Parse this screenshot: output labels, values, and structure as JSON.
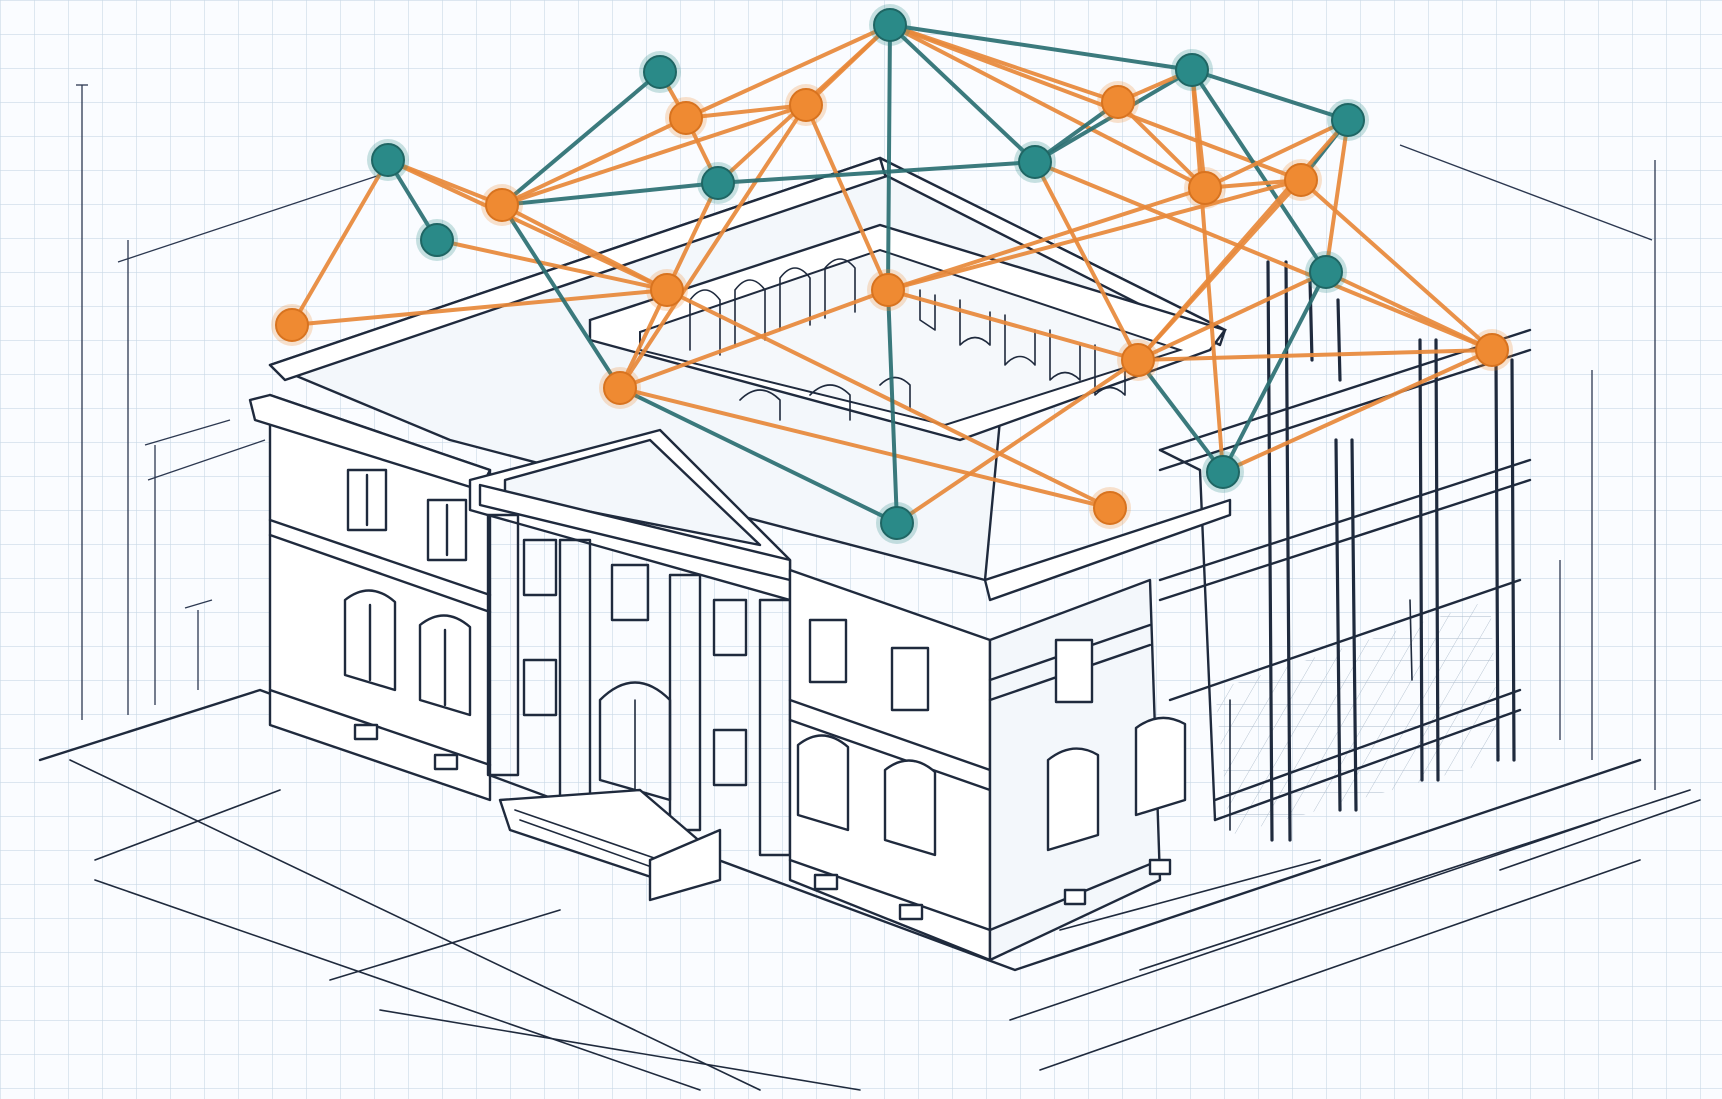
{
  "colors": {
    "background": "#fafcff",
    "grid": "#c9d8e6",
    "ink": "#1f2a3d",
    "teal_node": "#2a8a88",
    "orange_node": "#ef8a32",
    "teal_edge": "#2b6f72",
    "orange_edge": "#e8893a"
  },
  "network": {
    "nodes": [
      {
        "id": "a",
        "color": "orange"
      },
      {
        "id": "b",
        "color": "teal"
      },
      {
        "id": "c",
        "color": "teal"
      },
      {
        "id": "d",
        "color": "orange"
      },
      {
        "id": "e",
        "color": "orange"
      },
      {
        "id": "f",
        "color": "teal"
      },
      {
        "id": "g",
        "color": "orange"
      },
      {
        "id": "h",
        "color": "orange"
      },
      {
        "id": "i",
        "color": "teal"
      },
      {
        "id": "j",
        "color": "orange"
      },
      {
        "id": "k",
        "color": "teal"
      },
      {
        "id": "l",
        "color": "teal"
      },
      {
        "id": "m",
        "color": "orange"
      },
      {
        "id": "n",
        "color": "teal"
      },
      {
        "id": "o",
        "color": "orange"
      },
      {
        "id": "p",
        "color": "orange"
      },
      {
        "id": "q",
        "color": "teal"
      },
      {
        "id": "r",
        "color": "teal"
      },
      {
        "id": "s",
        "color": "orange"
      },
      {
        "id": "t",
        "color": "orange"
      },
      {
        "id": "u",
        "color": "orange"
      },
      {
        "id": "v",
        "color": "teal"
      },
      {
        "id": "w",
        "color": "orange"
      },
      {
        "id": "x",
        "color": "teal"
      }
    ],
    "edges": [
      {
        "from": "a",
        "to": "b",
        "color": "orange"
      },
      {
        "from": "b",
        "to": "c",
        "color": "teal"
      },
      {
        "from": "b",
        "to": "e",
        "color": "orange"
      },
      {
        "from": "c",
        "to": "e",
        "color": "orange"
      },
      {
        "from": "a",
        "to": "e",
        "color": "orange"
      },
      {
        "from": "b",
        "to": "d",
        "color": "orange"
      },
      {
        "from": "d",
        "to": "f",
        "color": "teal"
      },
      {
        "from": "d",
        "to": "e",
        "color": "orange"
      },
      {
        "from": "d",
        "to": "h",
        "color": "orange"
      },
      {
        "from": "d",
        "to": "g",
        "color": "orange"
      },
      {
        "from": "d",
        "to": "i",
        "color": "teal"
      },
      {
        "from": "d",
        "to": "j",
        "color": "teal"
      },
      {
        "from": "f",
        "to": "g",
        "color": "orange"
      },
      {
        "from": "g",
        "to": "i",
        "color": "orange"
      },
      {
        "from": "e",
        "to": "i",
        "color": "orange"
      },
      {
        "from": "e",
        "to": "j",
        "color": "orange"
      },
      {
        "from": "e",
        "to": "w",
        "color": "orange"
      },
      {
        "from": "j",
        "to": "w",
        "color": "orange"
      },
      {
        "from": "j",
        "to": "s",
        "color": "orange"
      },
      {
        "from": "j",
        "to": "h",
        "color": "orange"
      },
      {
        "from": "j",
        "to": "x",
        "color": "teal"
      },
      {
        "from": "g",
        "to": "h",
        "color": "orange"
      },
      {
        "from": "g",
        "to": "k",
        "color": "orange"
      },
      {
        "from": "h",
        "to": "k",
        "color": "orange"
      },
      {
        "from": "h",
        "to": "s",
        "color": "orange"
      },
      {
        "from": "i",
        "to": "k",
        "color": "orange"
      },
      {
        "from": "i",
        "to": "l",
        "color": "teal"
      },
      {
        "from": "k",
        "to": "l",
        "color": "teal"
      },
      {
        "from": "k",
        "to": "m",
        "color": "orange"
      },
      {
        "from": "k",
        "to": "n",
        "color": "teal"
      },
      {
        "from": "k",
        "to": "o",
        "color": "orange"
      },
      {
        "from": "k",
        "to": "p",
        "color": "orange"
      },
      {
        "from": "k",
        "to": "s",
        "color": "teal"
      },
      {
        "from": "l",
        "to": "m",
        "color": "teal"
      },
      {
        "from": "l",
        "to": "n",
        "color": "teal"
      },
      {
        "from": "l",
        "to": "t",
        "color": "orange"
      },
      {
        "from": "l",
        "to": "u",
        "color": "orange"
      },
      {
        "from": "m",
        "to": "n",
        "color": "orange"
      },
      {
        "from": "m",
        "to": "o",
        "color": "orange"
      },
      {
        "from": "n",
        "to": "o",
        "color": "orange"
      },
      {
        "from": "n",
        "to": "q",
        "color": "teal"
      },
      {
        "from": "n",
        "to": "r",
        "color": "teal"
      },
      {
        "from": "n",
        "to": "v",
        "color": "orange"
      },
      {
        "from": "o",
        "to": "p",
        "color": "orange"
      },
      {
        "from": "o",
        "to": "q",
        "color": "orange"
      },
      {
        "from": "o",
        "to": "s",
        "color": "orange"
      },
      {
        "from": "p",
        "to": "q",
        "color": "teal"
      },
      {
        "from": "p",
        "to": "s",
        "color": "orange"
      },
      {
        "from": "p",
        "to": "t",
        "color": "orange"
      },
      {
        "from": "p",
        "to": "u",
        "color": "orange"
      },
      {
        "from": "q",
        "to": "r",
        "color": "orange"
      },
      {
        "from": "q",
        "to": "t",
        "color": "orange"
      },
      {
        "from": "r",
        "to": "t",
        "color": "orange"
      },
      {
        "from": "r",
        "to": "u",
        "color": "orange"
      },
      {
        "from": "r",
        "to": "v",
        "color": "teal"
      },
      {
        "from": "s",
        "to": "t",
        "color": "orange"
      },
      {
        "from": "s",
        "to": "x",
        "color": "teal"
      },
      {
        "from": "t",
        "to": "u",
        "color": "orange"
      },
      {
        "from": "t",
        "to": "v",
        "color": "teal"
      },
      {
        "from": "u",
        "to": "v",
        "color": "orange"
      },
      {
        "from": "x",
        "to": "t",
        "color": "orange"
      }
    ]
  }
}
